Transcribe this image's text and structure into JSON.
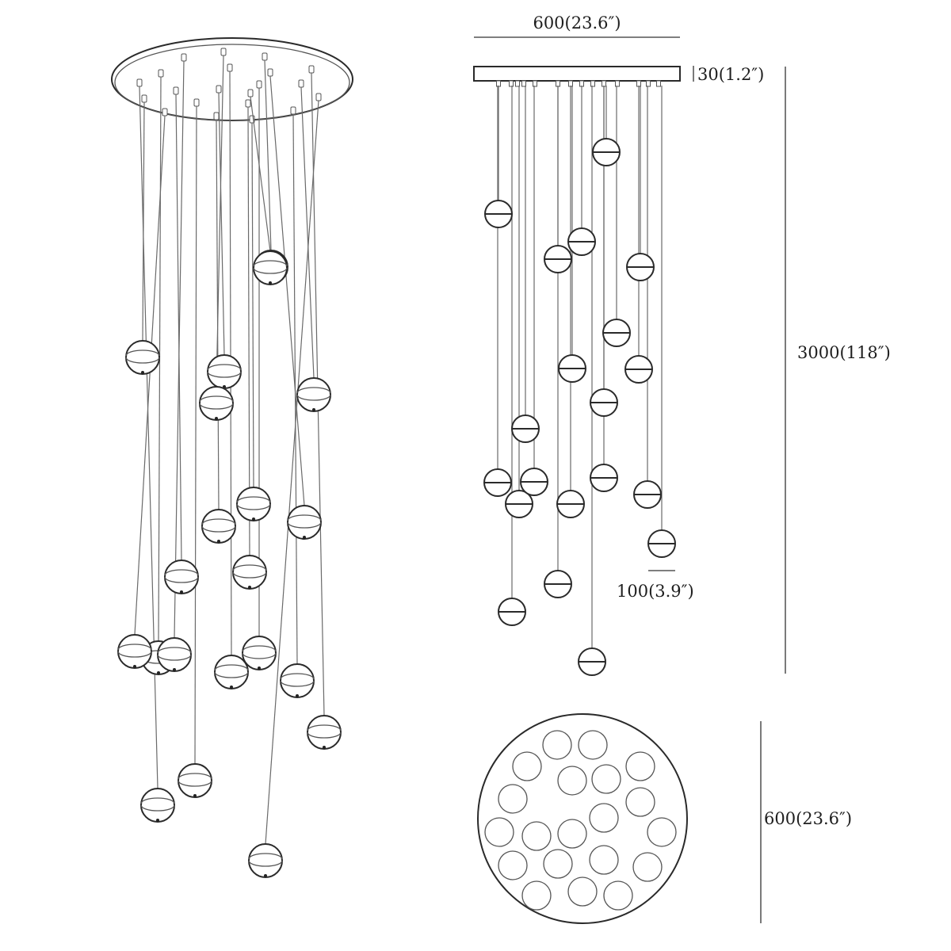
{
  "dimensions": {
    "top_width": "600(23.6″)",
    "canopy_height": "30(1.2″)",
    "total_height": "3000(118″)",
    "globe_diameter": "100(3.9″)",
    "canopy_diameter": "600(23.6″)"
  },
  "views": {
    "perspective": "pendant-perspective",
    "front": "pendant-front-elevation",
    "bottom": "canopy-bottom-plan"
  }
}
